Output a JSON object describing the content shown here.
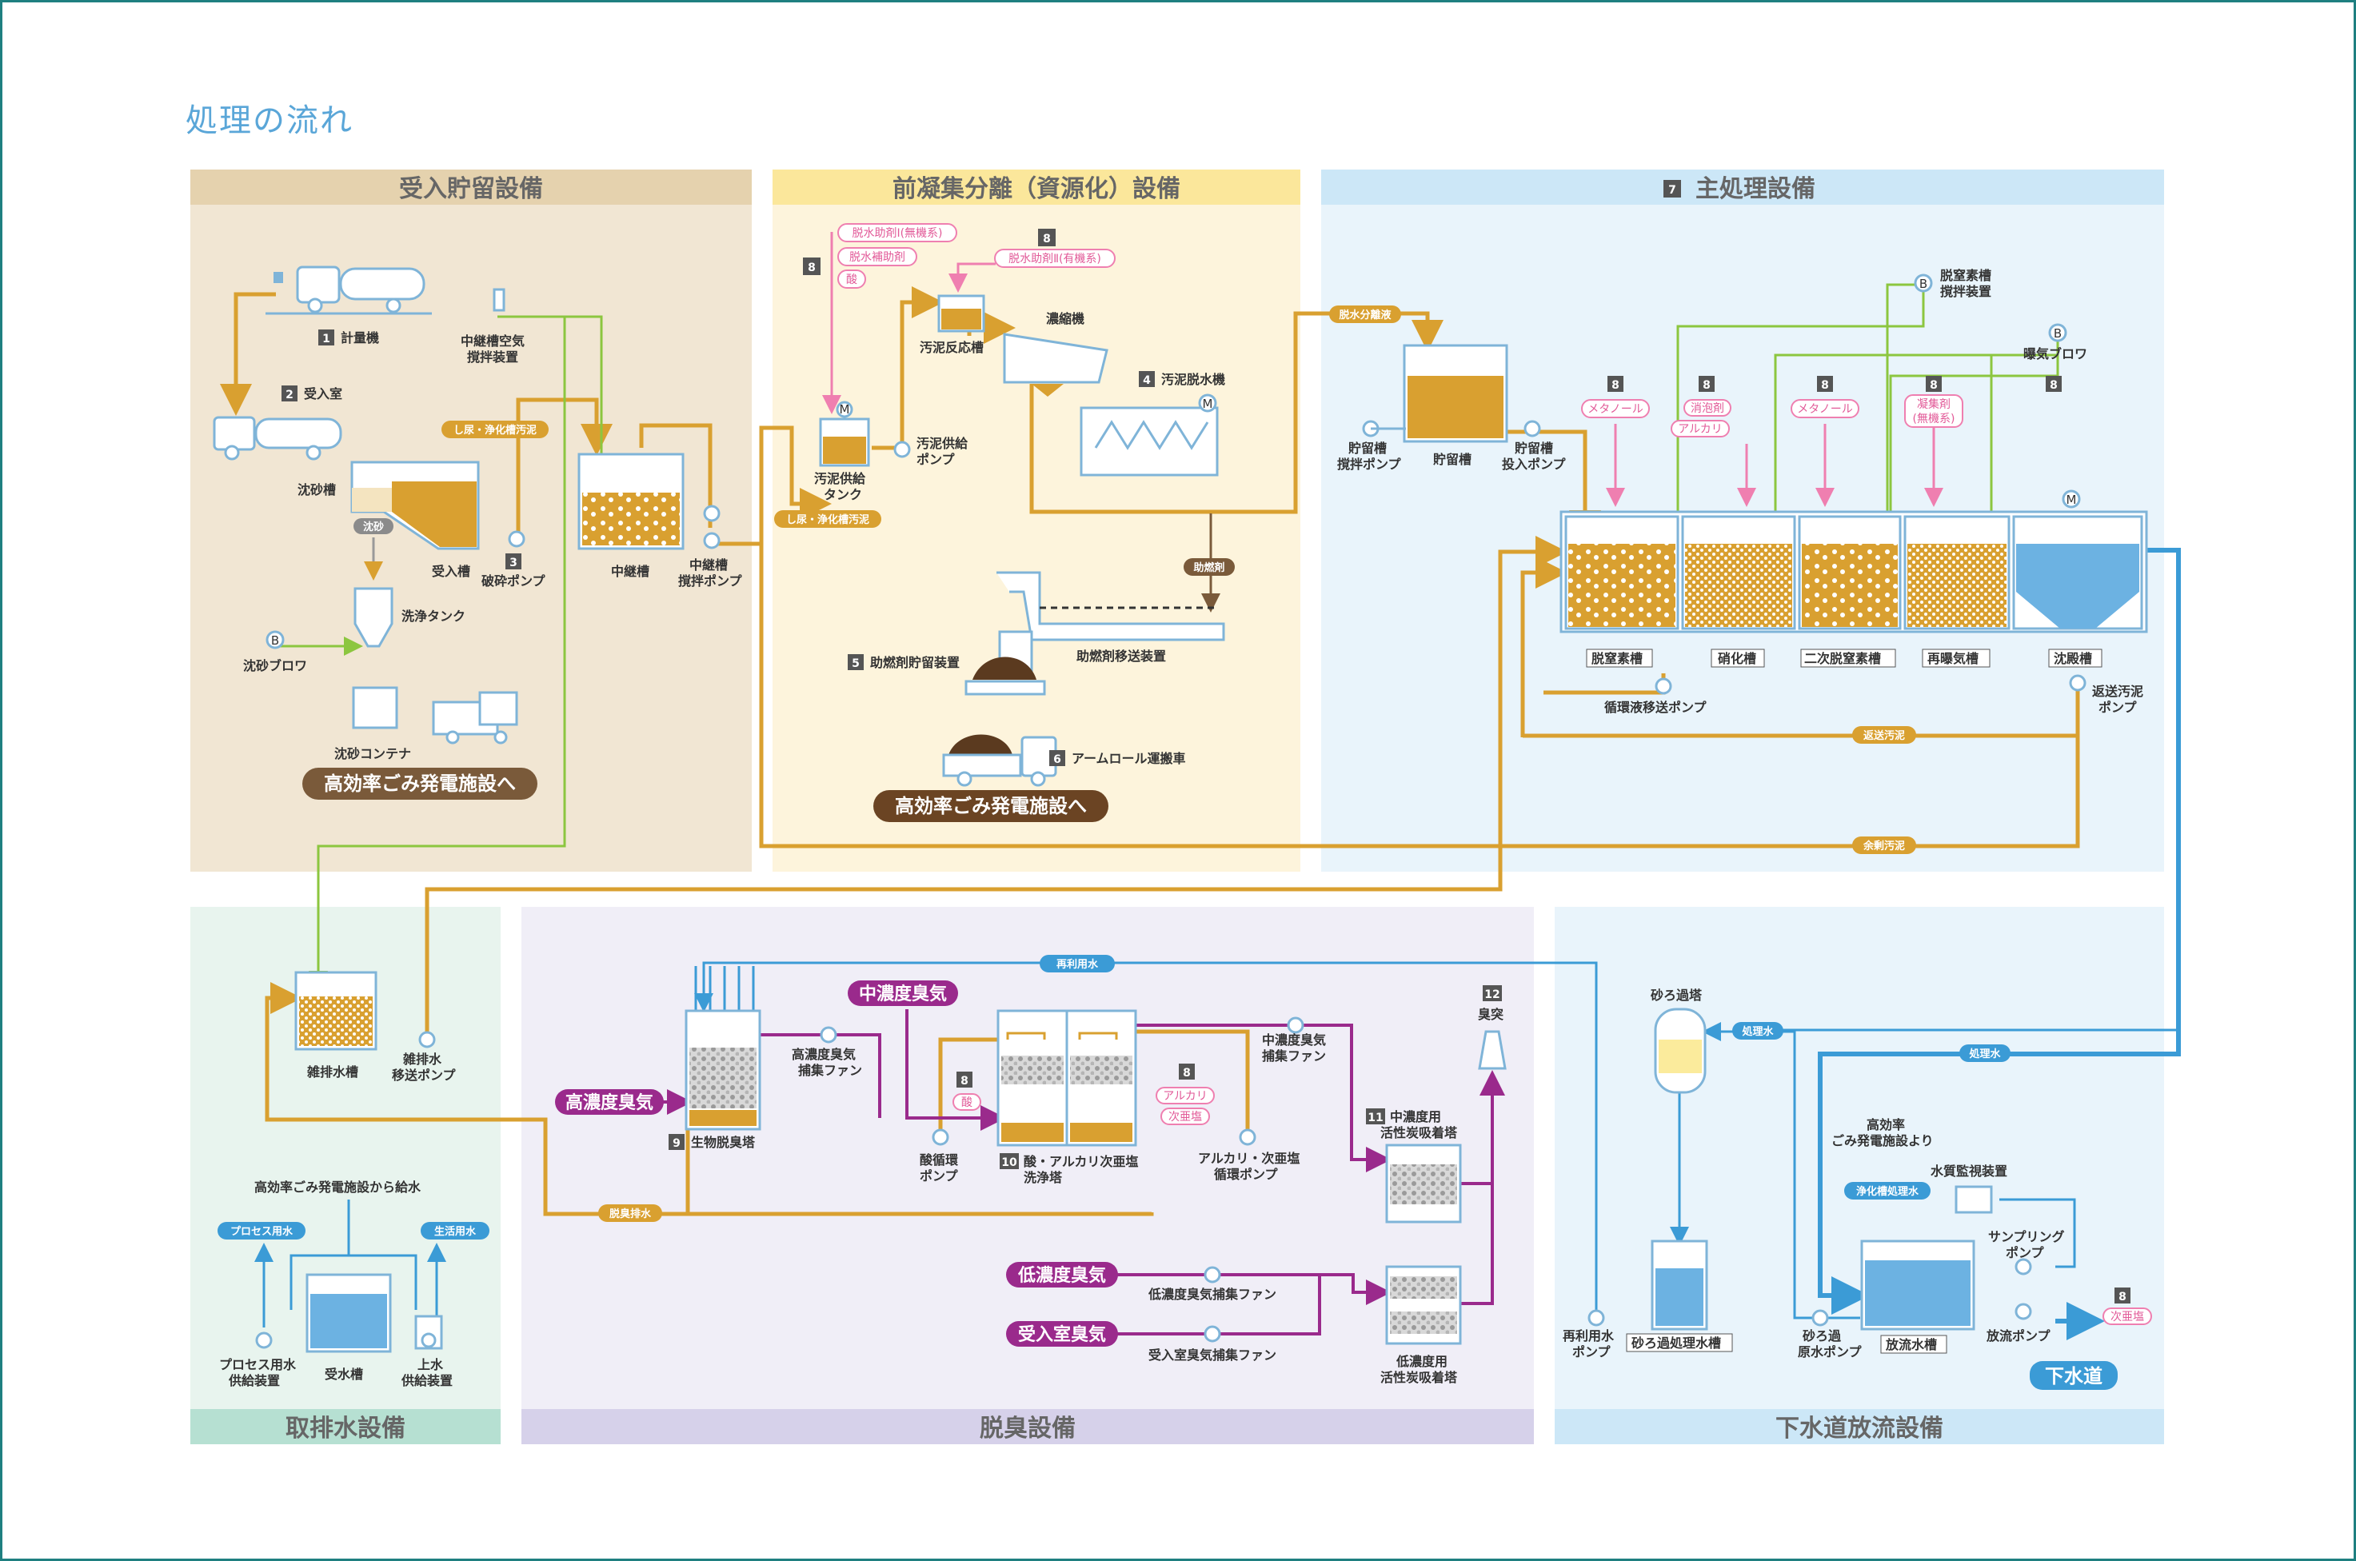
{
  "title": "処理の流れ",
  "colors": {
    "frame": "#1f7f80",
    "sludge": "#d9a030",
    "reclaimed_green": "#8cc63f",
    "chemical_pink": "#ef7fb0",
    "treated_blue": "#3b9bd6",
    "odor_purple": "#9a2a8c",
    "banner_brown": "#6b4423"
  },
  "sections": {
    "receiving": {
      "title": "受入貯留設備"
    },
    "precoag": {
      "title": "前凝集分離（資源化）設備"
    },
    "main": {
      "title": "主処理設備",
      "num": "7"
    },
    "water": {
      "title": "取排水設備"
    },
    "deodor": {
      "title": "脱臭設備"
    },
    "sewer": {
      "title": "下水道放流設備"
    }
  },
  "receiving": {
    "n1": "1",
    "weigh": "計量機",
    "n2": "2",
    "recv_room": "受入室",
    "grit_tank": "沈砂槽",
    "recv_tank": "受入槽",
    "grit": "沈砂",
    "wash_tank": "洗浄タンク",
    "grit_blower": "沈砂ブロワ",
    "grit_container": "沈砂コンテナ",
    "n3": "3",
    "crush_pump": "破砕ポンプ",
    "relay_air1": "中継槽空気",
    "relay_air2": "撹拌装置",
    "relay_tank": "中継槽",
    "relay_pump1": "中継槽",
    "relay_pump2": "撹拌ポンプ",
    "night_soil": "し尿・浄化槽汚泥",
    "banner": "高効率ごみ発電施設へ"
  },
  "precoag": {
    "n8a": "8",
    "chem1": "脱水助剤Ⅰ(無機系)",
    "chem2": "脱水補助剤",
    "chem3": "酸",
    "n8b": "8",
    "chem4": "脱水助剤Ⅱ(有機系)",
    "react_tank": "汚泥反応槽",
    "thickener": "濃縮機",
    "n4": "4",
    "dewater": "汚泥脱水機",
    "feed_tank1": "汚泥供給",
    "feed_tank2": "タンク",
    "feed_pump1": "汚泥供給",
    "feed_pump2": "ポンプ",
    "night_soil": "し尿・浄化槽汚泥",
    "aux_fuel": "助燃剤",
    "conveyor": "助燃剤移送装置",
    "n5": "5",
    "storage": "助燃剤貯留装置",
    "n6": "6",
    "truck": "アームロール運搬車",
    "banner": "高効率ごみ発電施設へ"
  },
  "main": {
    "sep_water": "脱水分離液",
    "storage": "貯留槽",
    "stor_mix1": "貯留槽",
    "stor_mix2": "撹拌ポンプ",
    "stor_pump1": "貯留槽",
    "stor_pump2": "投入ポンプ",
    "deodor_mix1": "脱窒素槽",
    "deodor_mix2": "撹拌装置",
    "aer_blower": "曝気ブロワ",
    "n8a": "8",
    "n8b": "8",
    "n8c": "8",
    "n8d": "8",
    "n8e": "8",
    "methanol1": "メタノール",
    "defoam": "消泡剤",
    "alkali": "アルカリ",
    "methanol2": "メタノール",
    "coag": "凝集剤",
    "coag2": "(無機系)",
    "tanks": [
      "脱窒素槽",
      "硝化槽",
      "二次脱窒素槽",
      "再曝気槽",
      "沈殿槽"
    ],
    "circ_pump": "循環液移送ポンプ",
    "return_sludge": "返送汚泥",
    "ret_pump1": "返送汚泥",
    "ret_pump2": "ポンプ",
    "excess_sludge": "余剰汚泥"
  },
  "water": {
    "misc_tank": "雑排水槽",
    "misc_pump1": "雑排水",
    "misc_pump2": "移送ポンプ",
    "supply_from": "高効率ごみ発電施設から給水",
    "process": "プロセス用水",
    "domestic": "生活用水",
    "proc_pump1": "プロセス用水",
    "proc_pump2": "供給装置",
    "recv_water": "受水槽",
    "tap1": "上水",
    "tap2": "供給装置"
  },
  "deodor": {
    "reuse": "再利用水",
    "high_gas": "高濃度臭気",
    "mid_gas": "中濃度臭気",
    "low_gas": "低濃度臭気",
    "room_gas": "受入室臭気",
    "high_fan1": "高濃度臭気",
    "high_fan2": "捕集ファン",
    "n9": "9",
    "bio": "生物脱臭塔",
    "n8a": "8",
    "acid": "酸",
    "acid_pump1": "酸循環",
    "acid_pump2": "ポンプ",
    "n10": "10",
    "scrub1": "酸・アルカリ次亜塩",
    "scrub2": "洗浄塔",
    "n8b": "8",
    "alkali": "アルカリ",
    "hypo": "次亜塩",
    "alk_pump1": "アルカリ・次亜塩",
    "alk_pump2": "循環ポンプ",
    "mid_fan1": "中濃度臭気",
    "mid_fan2": "捕集ファン",
    "n11": "11",
    "mid_ac1": "中濃度用",
    "mid_ac2": "活性炭吸着塔",
    "n12": "12",
    "stack": "臭突",
    "low_fan": "低濃度臭気捕集ファン",
    "room_fan": "受入室臭気捕集ファン",
    "low_ac1": "低濃度用",
    "low_ac2": "活性炭吸着塔",
    "drain": "脱臭排水"
  },
  "sewer": {
    "sand_filter": "砂ろ過塔",
    "treated1": "処理水",
    "treated2": "処理水",
    "from1": "高効率",
    "from2": "ごみ発電施設より",
    "quality": "水質監視装置",
    "septic": "浄化槽処理水",
    "sampling1": "サンプリング",
    "sampling2": "ポンプ",
    "n8": "8",
    "hypo": "次亜塩",
    "reuse_pump1": "再利用水",
    "reuse_pump2": "ポンプ",
    "filt_tank": "砂ろ過処理水槽",
    "raw_pump1": "砂ろ過",
    "raw_pump2": "原水ポンプ",
    "disc_tank": "放流水槽",
    "disc_pump": "放流ポンプ",
    "sewer": "下水道"
  }
}
